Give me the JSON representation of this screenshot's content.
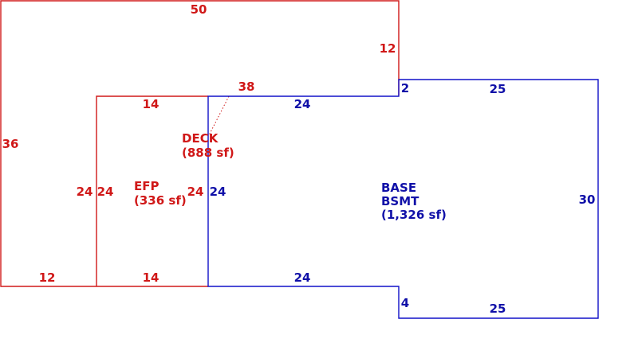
{
  "colors": {
    "deck": "#d01818",
    "efp": "#d01818",
    "base": "#1010a8"
  },
  "areas": {
    "deck": {
      "name": "DECK",
      "area": "(888 sf)"
    },
    "efp": {
      "name": "EFP",
      "area": "(336 sf)"
    },
    "base": {
      "name1": "BASE",
      "name2": "BSMT",
      "area": "(1,326 sf)"
    }
  },
  "dimensions": {
    "deck": {
      "top": "50",
      "right": "12",
      "left": "36",
      "bottom": "12",
      "diagonal": "38",
      "efp_side": "24"
    },
    "efp": {
      "top": "14",
      "left": "24",
      "right": "24",
      "bottom": "14"
    },
    "base": {
      "top_left": "24",
      "step_top": "2",
      "top_right": "25",
      "right": "30",
      "left": "24",
      "bottom_left": "24",
      "step_bottom": "4",
      "bottom_right": "25"
    }
  }
}
